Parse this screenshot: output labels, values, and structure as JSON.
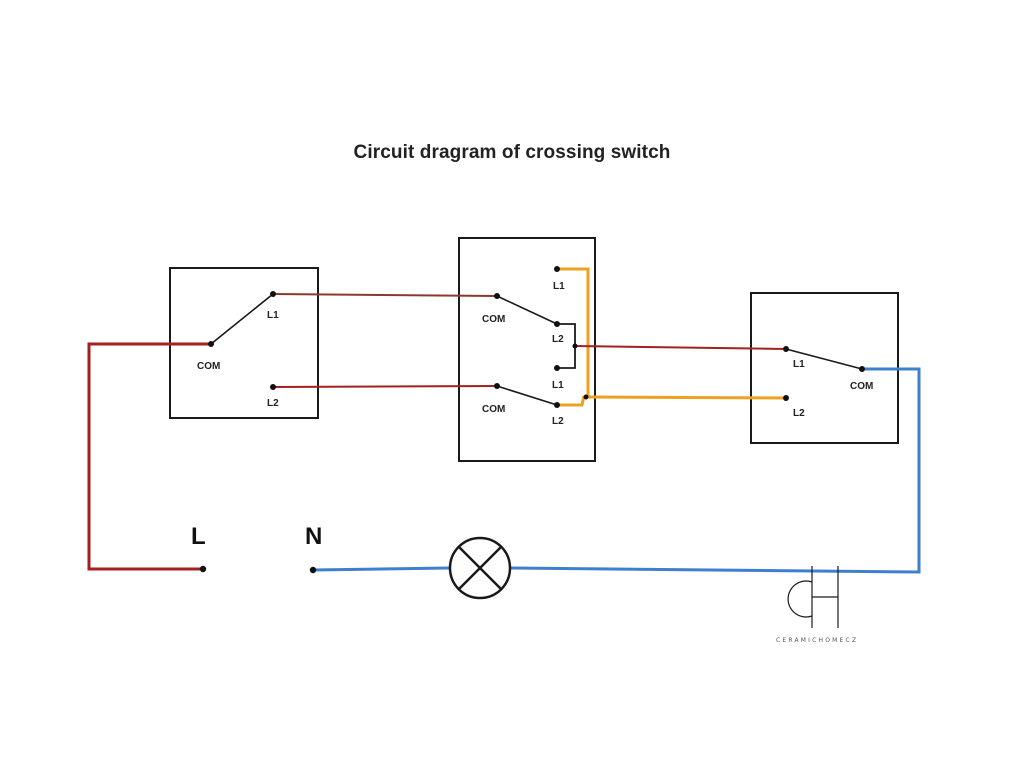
{
  "diagram": {
    "title": "Circuit dragram of crossing switch",
    "colors": {
      "live": "#a51f1f",
      "neutral": "#3f7fd0",
      "cross": "#f0a020",
      "link": "#8a3a2a",
      "frame": "#1a1a1a"
    },
    "left_switch": {
      "l1": "L1",
      "l2": "L2",
      "com": "COM"
    },
    "middle_switch": {
      "upper_com": "COM",
      "lower_com": "COM",
      "terminals": [
        "L1",
        "L2",
        "L1",
        "L2"
      ]
    },
    "right_switch": {
      "l1": "L1",
      "l2": "L2",
      "com": "COM"
    },
    "supply": {
      "live": "L",
      "neutral": "N"
    },
    "lamp": "lamp-icon",
    "watermark": {
      "logo": "CH",
      "text": "CERAMICHOMECZ"
    }
  }
}
